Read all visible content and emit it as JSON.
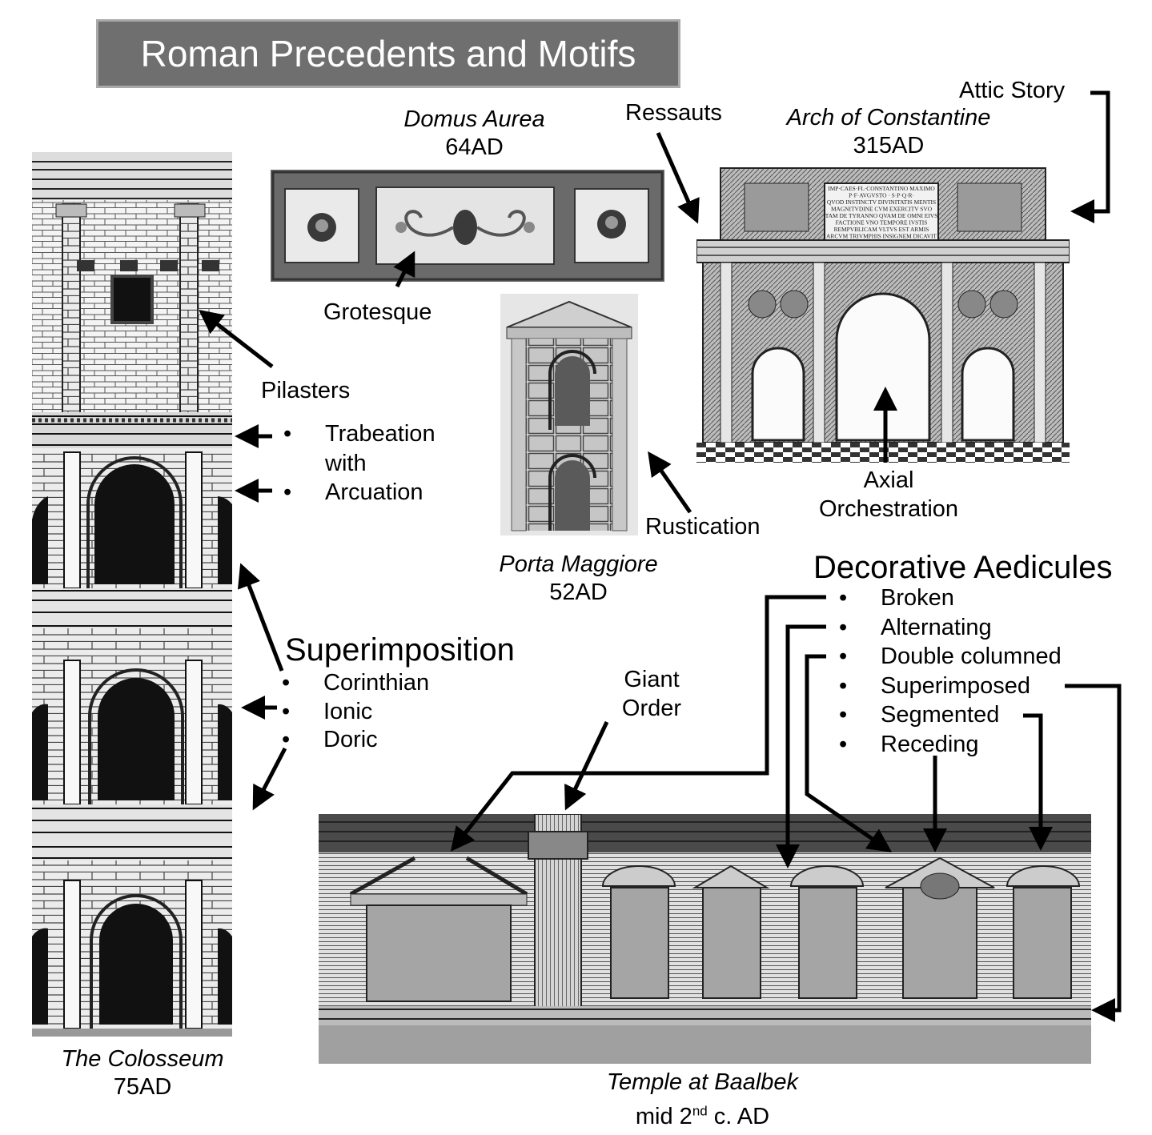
{
  "title": "Roman Precedents and Motifs",
  "images": {
    "colosseum": {
      "name": "The Colosseum",
      "date": "75AD"
    },
    "domus": {
      "name": "Domus Aurea",
      "date": "64AD"
    },
    "porta": {
      "name": "Porta Maggiore",
      "date": "52AD"
    },
    "arch": {
      "name": "Arch of Constantine",
      "date": "315AD"
    },
    "baalbek": {
      "name": "Temple at Baalbek",
      "date_pre": "mid 2",
      "date_sup": "nd",
      "date_post": " c. AD"
    }
  },
  "labels": {
    "pilasters": "Pilasters",
    "grotesque": "Grotesque",
    "rustication": "Rustication",
    "ressauts": "Ressauts",
    "attic": "Attic Story",
    "axial_1": "Axial",
    "axial_2": "Orchestration",
    "giant_1": "Giant",
    "giant_2": "Order"
  },
  "trabeation": [
    "Trabeation",
    "with",
    "Arcuation"
  ],
  "superimposition": {
    "heading": "Superimposition",
    "items": [
      "Corinthian",
      "Ionic",
      "Doric"
    ]
  },
  "aedicules": {
    "heading": "Decorative Aedicules",
    "items": [
      "Broken",
      "Alternating",
      "Double columned",
      "Superimposed",
      "Segmented",
      "Receding"
    ]
  },
  "inscription": [
    "IMP·CAES·FL·CONSTANTINO MAXIMO",
    "P·F·AVGVSTO · S·P·Q·R·",
    "QVOD INSTINCTV DIVINITATIS MENTIS",
    "MAGNITVDINE CVM EXERCITV SVO",
    "TAM DE TYRANNO QVAM DE OMNI EIVS",
    "FACTIONE VNO TEMPORE IVSTIS",
    "REMPVBLICAM VLTVS EST ARMIS",
    "ARCVM TRIVMPHIS INSIGNEM DICAVIT"
  ]
}
